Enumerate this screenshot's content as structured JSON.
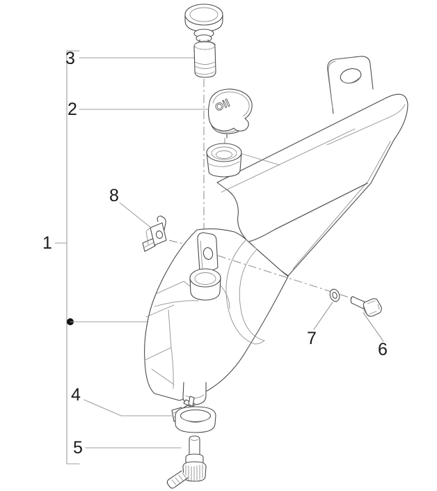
{
  "figure": {
    "cap_text": "Oil",
    "callouts": [
      {
        "label": "1"
      },
      {
        "label": "2"
      },
      {
        "label": "3"
      },
      {
        "label": "4"
      },
      {
        "label": "5"
      },
      {
        "label": "6"
      },
      {
        "label": "7"
      },
      {
        "label": "8"
      }
    ],
    "colors": {
      "background": "#ffffff",
      "outline": "#4a4a4a",
      "detail": "#8f8f8f",
      "leader": "#9c9c9c",
      "centerline": "#8a8a8a",
      "label": "#1a1a1a"
    }
  }
}
